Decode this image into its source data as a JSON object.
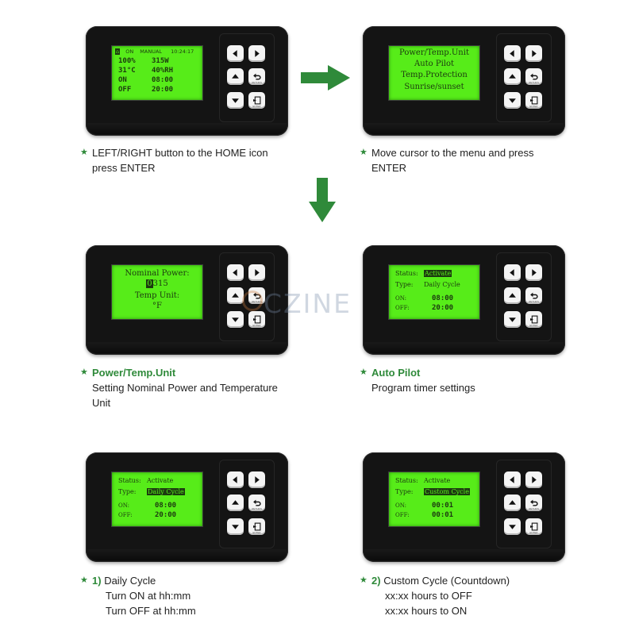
{
  "colors": {
    "lcd": "#57ec19",
    "accent_green": "#2f8a3a",
    "panel": "#141414"
  },
  "icons": [
    "arrow-left-icon",
    "arrow-right-icon",
    "arrow-up-icon",
    "return-icon",
    "arrow-down-icon",
    "enter-icon",
    "arrow-right-green-icon",
    "arrow-down-green-icon"
  ],
  "watermark": "CZINE",
  "panel1": {
    "lcd": {
      "status_icon": "⌂",
      "on": "ON",
      "mode": "MANUAL",
      "time": "10:24:17",
      "r1a": "100%",
      "r1b": "315W",
      "r2a": "31°C",
      "r2b": "40%RH",
      "r3a": "ON",
      "r3b": "08:00",
      "r4a": "OFF",
      "r4b": "20:00"
    },
    "caption": {
      "line1": "LEFT/RIGHT button to the HOME icon",
      "line2": "press ENTER"
    }
  },
  "panel2": {
    "lcd": {
      "m1": "Power/Temp.Unit",
      "m2": "Auto Pilot",
      "m3": "Temp.Protection",
      "m4": "Sunrise/sunset"
    },
    "caption": {
      "line1": "Move cursor to the menu and press",
      "line2": "ENTER"
    }
  },
  "panel3": {
    "lcd": {
      "l1": "Nominal Power:",
      "cursor": "0",
      "power": "315",
      "l3": "Temp Unit:",
      "unit": "°F"
    },
    "caption": {
      "title": "Power/Temp.Unit",
      "line1": "Setting Nominal Power and Temperature",
      "line2": "Unit"
    }
  },
  "panel4": {
    "lcd": {
      "status_label": "Status:",
      "status_value": "Activate",
      "type_label": "Type:",
      "type_value": "Daily Cycle",
      "on_label": "ON:",
      "on_value": "08:00",
      "off_label": "OFF:",
      "off_value": "20:00"
    },
    "caption": {
      "title": "Auto Pilot",
      "line1": "Program timer settings"
    }
  },
  "panel5": {
    "lcd": {
      "status_label": "Status:",
      "status_value": "Activate",
      "type_label": "Type:",
      "type_value": "Daily Cycle",
      "on_label": "ON:",
      "on_value": "08:00",
      "off_label": "OFF:",
      "off_value": "20:00"
    },
    "caption": {
      "title": "1)",
      "title2": "Daily Cycle",
      "line1": "Turn ON at hh:mm",
      "line2": "Turn OFF at hh:mm"
    }
  },
  "panel6": {
    "lcd": {
      "status_label": "Status:",
      "status_value": "Activate",
      "type_label": "Type:",
      "type_value": "Custom Cycle",
      "on_label": "ON:",
      "on_value": "00:01",
      "off_label": "OFF:",
      "off_value": "00:01"
    },
    "caption": {
      "title": "2)",
      "title2": "Custom Cycle (Countdown)",
      "line1": "xx:xx hours to OFF",
      "line2": "xx:xx hours to ON"
    }
  },
  "keys": {
    "return_label": "RETURN",
    "enter_label": "ENTER"
  }
}
